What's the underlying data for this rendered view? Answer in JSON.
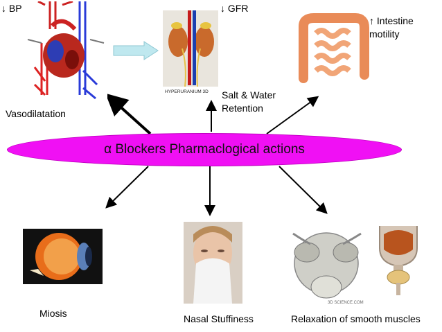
{
  "center": {
    "alpha": "α",
    "title": "Blockers Pharmaclogical actions",
    "color": "#f010f4"
  },
  "labels": {
    "bp": "↓ BP",
    "gfr": "↓ GFR",
    "intestine_1": "↑ Intestine",
    "intestine_2": "motility",
    "vasodilatation": "Vasodilatation",
    "salt_1": "Salt & Water",
    "salt_2": "Retention",
    "miosis": "Miosis",
    "nasal": "Nasal Stuffiness",
    "relaxation": "Relaxation of smooth muscles"
  },
  "image_captions": {
    "kidney": "HYPERURANIUM 3D",
    "prostate": "3D SCIENCE.COM"
  },
  "icons": [
    "heart-vessels-icon",
    "kidneys-icon",
    "intestine-icon",
    "eye-icon",
    "sneezing-person-icon",
    "prostate-icon",
    "bladder-icon"
  ]
}
